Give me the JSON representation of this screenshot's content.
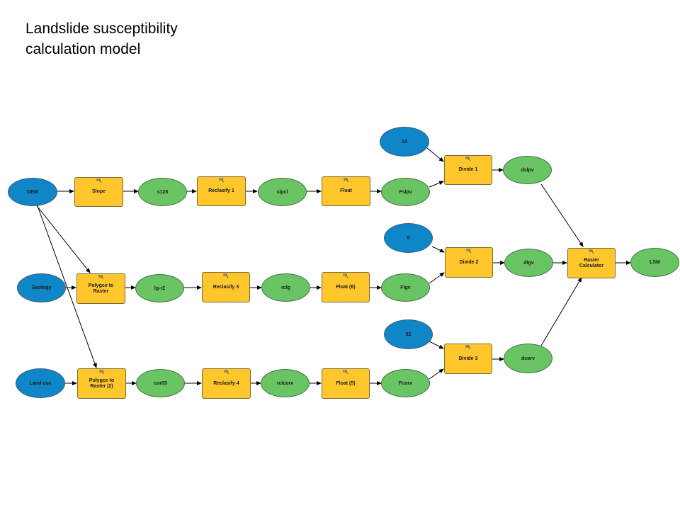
{
  "title": "Landslide susceptibility\ncalculation model",
  "colors": {
    "input": "#0f86c8",
    "tool": "#ffc72b",
    "output": "#69c463",
    "edge": "#000000"
  },
  "nodes": {
    "dem": "DEM",
    "geology": "Geology",
    "land_use": "Land use",
    "slope": "Slope",
    "s125": "s125",
    "reclassify_1": "Reclasify 1",
    "slpcl": "slpcl",
    "float": "Float",
    "fslpv": "Fslpv",
    "c14": "14",
    "divide_1": "Divide 1",
    "dslpv": "dslpv",
    "polygon_to_raster": "Polygce to Raster",
    "lg_r2": "lg-r2",
    "reclassify_3": "Reclasify 3",
    "rclg": "rclg",
    "float_6": "Float (6)",
    "flgv": "Flgv",
    "c5": "5",
    "divide_2": "Divide 2",
    "dlgv": "dlgv",
    "raster_calculator": "Raster Calculator",
    "lsm": "LSM",
    "polygon_to_raster_2": "Polygce to Raster (2)",
    "cor05": "cor05",
    "reclassify_4": "Reclasify 4",
    "rclcorv": "rclcorv",
    "float_5": "Float (5)",
    "fcorv": "Fcorv",
    "c32": "32",
    "divide_3": "Divide 3",
    "dcorv": "dcorv"
  }
}
